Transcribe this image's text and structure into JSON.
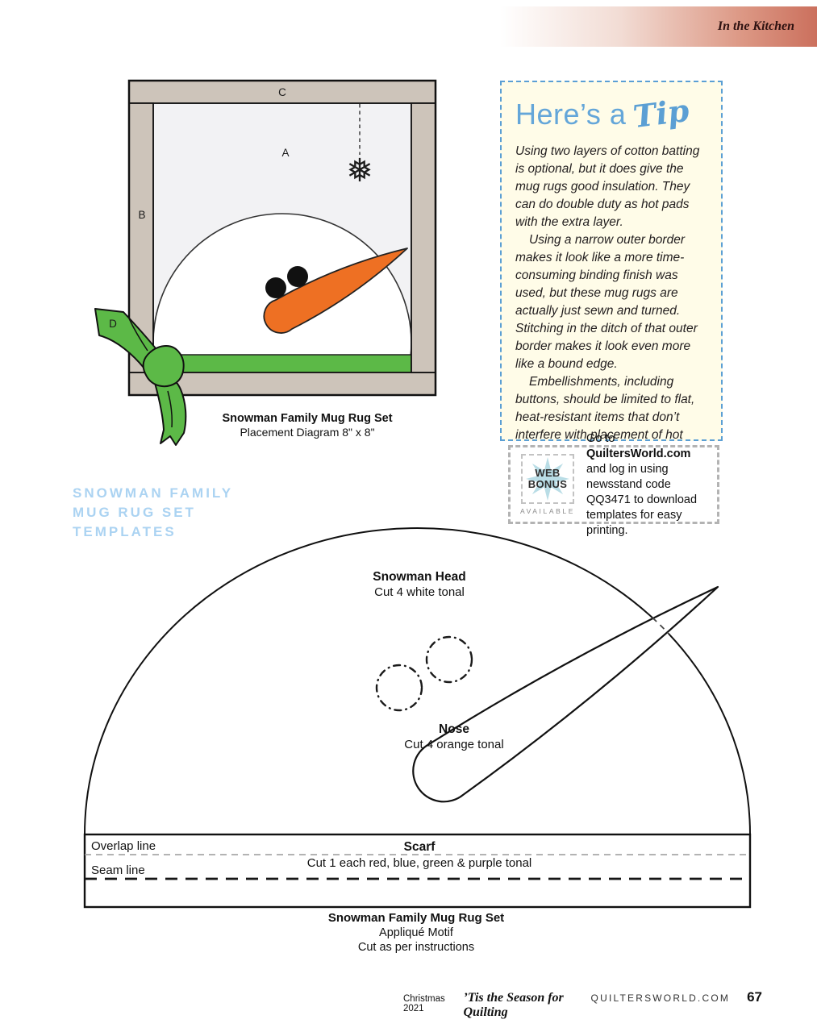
{
  "header": {
    "section": "In the Kitchen"
  },
  "placement_diagram": {
    "part_labels": {
      "a": "A",
      "b": "B",
      "c": "C",
      "d": "D"
    },
    "snowflake_glyph": "❅",
    "caption": {
      "title": "Snowman Family Mug Rug Set",
      "subtitle": "Placement Diagram 8\" x 8\""
    }
  },
  "tip_box": {
    "title_text": "Here’s a",
    "title_script": "Tip",
    "paragraphs": {
      "p1": "Using two layers of cotton batting is optional, but it does give the mug rugs good insulation. They can do double duty as hot pads with the extra layer.",
      "p2": "Using a narrow outer border makes it look like a more time-consuming binding finish was used, but these mug rugs are actually just sewn and turned. Stitching in the ditch of that outer border makes it look even more like a bound edge.",
      "p3": "Embellishments, including buttons, should be limited to flat, heat-resistant items that don’t interfere with placement of hot mugs or dishes."
    }
  },
  "web_bonus": {
    "badge": {
      "line1": "WEB",
      "line2": "BONUS",
      "availability": "AVAILABLE"
    },
    "text": {
      "prefix": "Go to ",
      "site": "QuiltersWorld.com",
      "rest": " and log in using newsstand code QQ3471 to download templates for easy printing."
    }
  },
  "templates_heading": {
    "line1": "SNOWMAN FAMILY",
    "line2": "MUG RUG SET",
    "line3": "TEMPLATES"
  },
  "template": {
    "head": {
      "title": "Snowman Head",
      "cut": "Cut 4 white tonal"
    },
    "nose": {
      "title": "Nose",
      "cut": "Cut 4 orange tonal"
    },
    "scarf": {
      "title": "Scarf",
      "cut": "Cut 1 each red, blue, green & purple tonal"
    },
    "overlap_label": "Overlap line",
    "seam_label": "Seam line",
    "caption": {
      "title": "Snowman Family Mug Rug Set",
      "line2": "Appliqué Motif",
      "line3": "Cut as per instructions"
    }
  },
  "footer": {
    "issue": "Christmas 2021",
    "tagline": "’Tis the Season for Quilting",
    "site": "QUILTERSWORLD.COM",
    "page_number": "67"
  },
  "colors": {
    "banner_red": "#cb705d",
    "tip_blue": "#5b9fd4",
    "tip_bg": "#fffce8",
    "heading_blue": "#abd3f2",
    "star_blue": "#b9dde6",
    "frame_tan": "#cdc4ba",
    "block_bg": "#f2f2f4",
    "scarf_green": "#5cb947",
    "nose_orange": "#ee7023"
  }
}
